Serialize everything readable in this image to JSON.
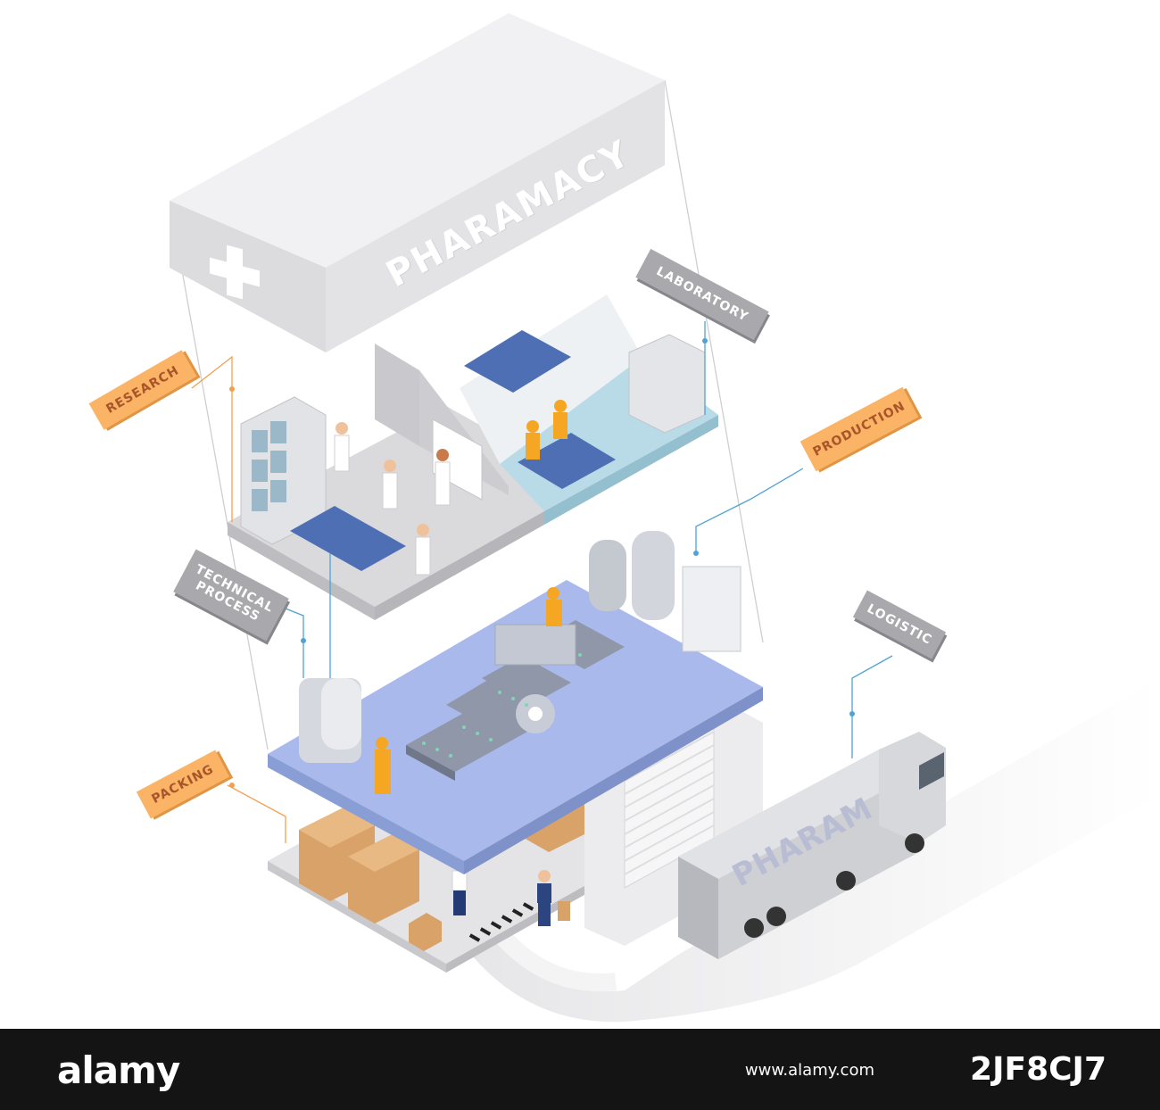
{
  "title_box": {
    "text": "PHARAMACY"
  },
  "labels": {
    "research": "RESEARCH",
    "laboratory": "LABORATORY",
    "production": "PRODUCTION",
    "technical_process_line1": "TECHNICAL",
    "technical_process_line2": "PROCESS",
    "logistic": "LOGISTIC",
    "packing": "PACKING"
  },
  "truck": {
    "text": "PHARAM"
  },
  "footer": {
    "logo": "alamy",
    "code": "2JF8CJ7",
    "url": "www.alamy.com"
  },
  "colors": {
    "orange_tag": "#fbb365",
    "gray_tag": "#a9a9ad",
    "floor_blue": "#a8b8e8",
    "floor_gray": "#d8d8dc",
    "lab_floor": "#b9d9e6",
    "footer": "#141414"
  }
}
